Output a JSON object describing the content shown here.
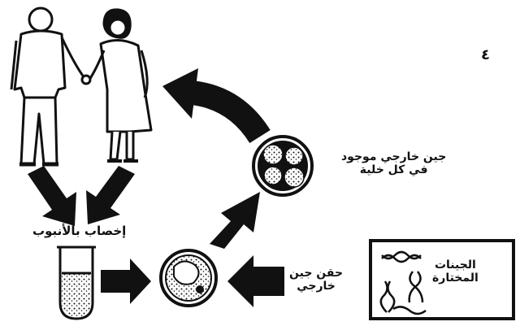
{
  "step_number": "٤",
  "labels": {
    "ivf": "إخصاب بالأنبوب",
    "gene_everywhere_line1": "جين خارجي موجود",
    "gene_everywhere_line2": "في كل خلية",
    "injection_line1": "حقن جين",
    "injection_line2": "خارجي",
    "selected_genes_line1": "الجينات",
    "selected_genes_line2": "المختارة"
  },
  "icons": {
    "couple": "man-and-woman-holding-hands",
    "tube": "test-tube-icon",
    "embryo_single": "single-cell-embryo-icon",
    "embryo_divided": "multi-cell-embryo-icon",
    "dna": "dna-strands-icon",
    "arrow": "thick-arrow-icon"
  },
  "colors": {
    "ink": "#111111",
    "background": "#ffffff"
  }
}
